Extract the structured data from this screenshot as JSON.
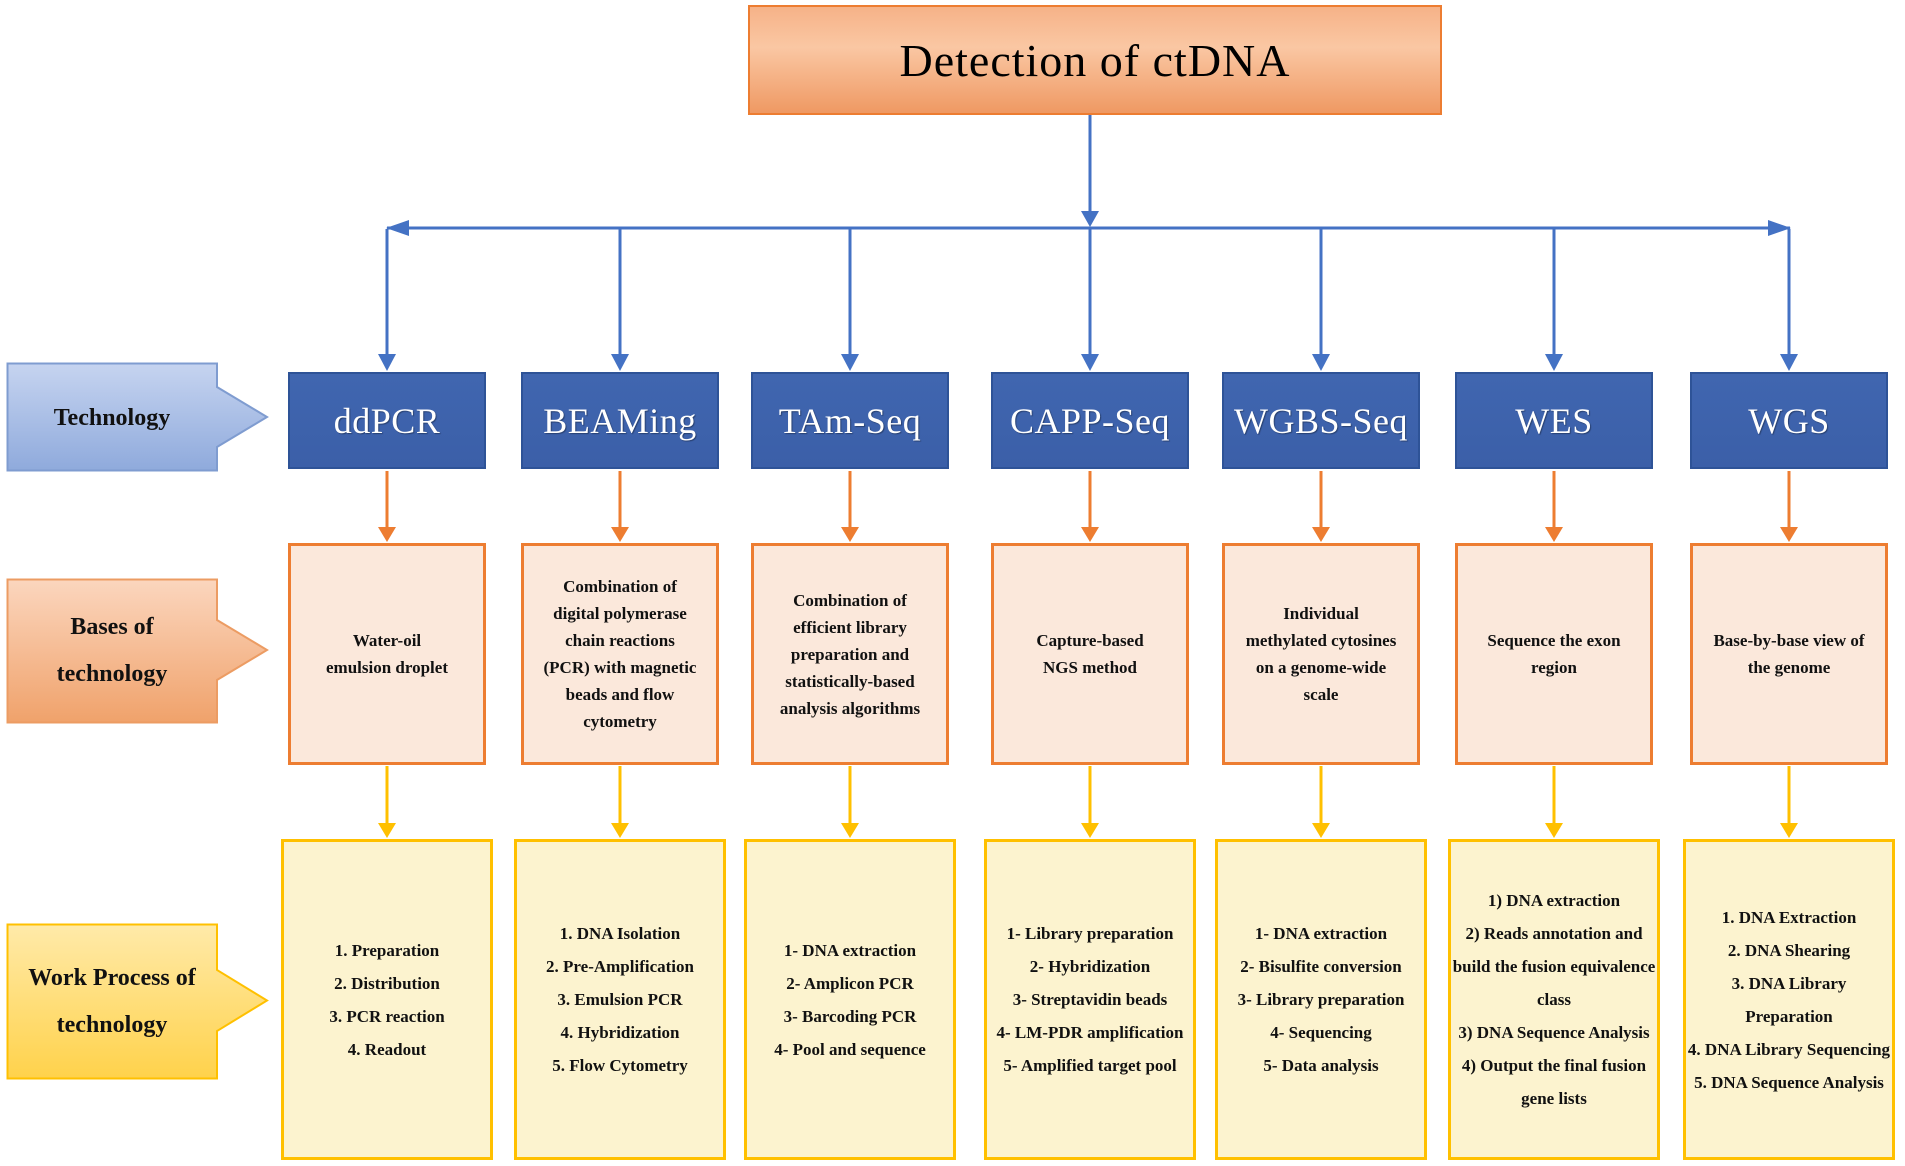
{
  "title": "Detection of ctDNA",
  "row_labels": [
    {
      "id": "technology",
      "label": "Technology"
    },
    {
      "id": "bases",
      "label": "Bases of technology"
    },
    {
      "id": "work",
      "label": "Work Process of technology"
    }
  ],
  "columns": [
    {
      "technology": "ddPCR",
      "basis_lines": [
        "Water-oil",
        "emulsion droplet"
      ],
      "work_process": [
        "1. Preparation",
        "2. Distribution",
        "3. PCR reaction",
        "4. Readout"
      ]
    },
    {
      "technology": "BEAMing",
      "basis_lines": [
        "Combination of",
        "digital polymerase",
        "chain reactions",
        "(PCR) with magnetic",
        "beads and flow",
        "cytometry"
      ],
      "work_process": [
        "1. DNA Isolation",
        "2. Pre-Amplification",
        "3. Emulsion PCR",
        "4. Hybridization",
        "5. Flow Cytometry"
      ]
    },
    {
      "technology": "TAm-Seq",
      "basis_lines": [
        "Combination of",
        "efficient library",
        "preparation and",
        "statistically-based",
        "analysis algorithms"
      ],
      "work_process": [
        "1- DNA extraction",
        "2- Amplicon PCR",
        "3- Barcoding PCR",
        "4- Pool and sequence"
      ]
    },
    {
      "technology": "CAPP-Seq",
      "basis_lines": [
        "Capture-based",
        "NGS method"
      ],
      "work_process": [
        "1- Library preparation",
        "2- Hybridization",
        "3- Streptavidin beads",
        "4- LM-PDR amplification",
        "5- Amplified target pool"
      ]
    },
    {
      "technology": "WGBS-Seq",
      "basis_lines": [
        "Individual",
        "methylated cytosines",
        "on a genome-wide",
        "scale"
      ],
      "work_process": [
        "1- DNA extraction",
        "2- Bisulfite conversion",
        "3- Library preparation",
        "4- Sequencing",
        "5- Data analysis"
      ]
    },
    {
      "technology": "WES",
      "basis_lines": [
        "Sequence the exon",
        "region"
      ],
      "work_process": [
        "1) DNA extraction",
        "2) Reads annotation and build the fusion equivalence class",
        "3) DNA Sequence Analysis",
        "4) Output the final fusion gene lists"
      ]
    },
    {
      "technology": "WGS",
      "basis_lines": [
        "Base-by-base view of",
        "the genome"
      ],
      "work_process": [
        "1. DNA Extraction",
        "2. DNA Shearing",
        "3. DNA Library Preparation",
        "4. DNA Library Sequencing",
        "5. DNA Sequence Analysis"
      ]
    }
  ],
  "colors": {
    "connector_blue": "#4472C4",
    "technology_box_fill": "#3E63AE",
    "technology_box_border": "#2E5397",
    "technology_text": "#FFFFFF",
    "orange_arrow": "#ED7D31",
    "bases_box_fill": "#FBE8DB",
    "bases_box_border": "#ED7D31",
    "yellow_arrow": "#FFC000",
    "work_box_fill": "#FCF3CF",
    "work_box_border": "#FFC000",
    "title_box_border": "#ED7D31",
    "title_gradient": [
      "#F6B288",
      "#EF9963"
    ],
    "label_technology_gradient": [
      "#C6D4F0",
      "#8FAADC"
    ],
    "label_bases_gradient": [
      "#FBD6BE",
      "#F0A26B"
    ],
    "label_work_gradient": [
      "#FFEAA9",
      "#FFD24B"
    ]
  }
}
